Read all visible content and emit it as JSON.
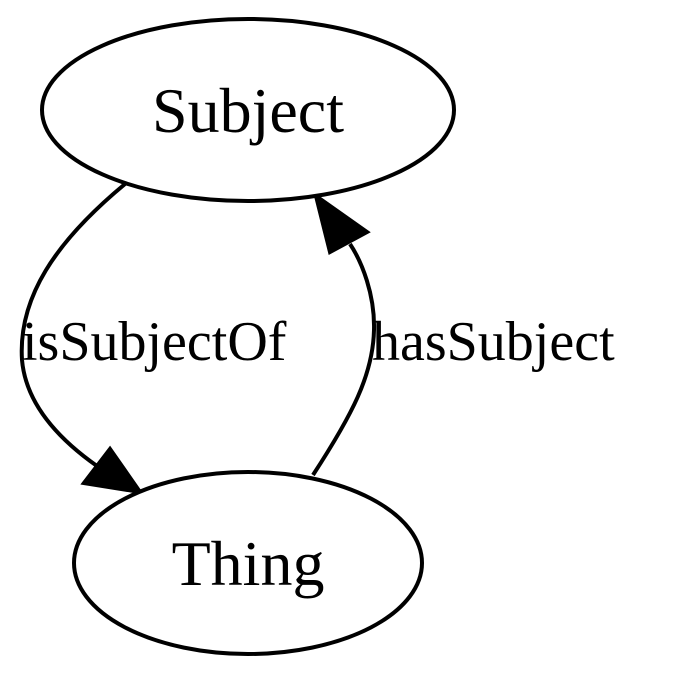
{
  "diagram": {
    "type": "directed-graph",
    "nodes": [
      {
        "id": "subject",
        "label": "Subject",
        "shape": "ellipse"
      },
      {
        "id": "thing",
        "label": "Thing",
        "shape": "ellipse"
      }
    ],
    "edges": [
      {
        "id": "edge-isSubjectOf",
        "from": "subject",
        "to": "thing",
        "label": "isSubjectOf"
      },
      {
        "id": "edge-hasSubject",
        "from": "thing",
        "to": "subject",
        "label": "hasSubject"
      }
    ],
    "colors": {
      "stroke": "#000000",
      "fill": "#ffffff",
      "background": "#ffffff"
    }
  }
}
